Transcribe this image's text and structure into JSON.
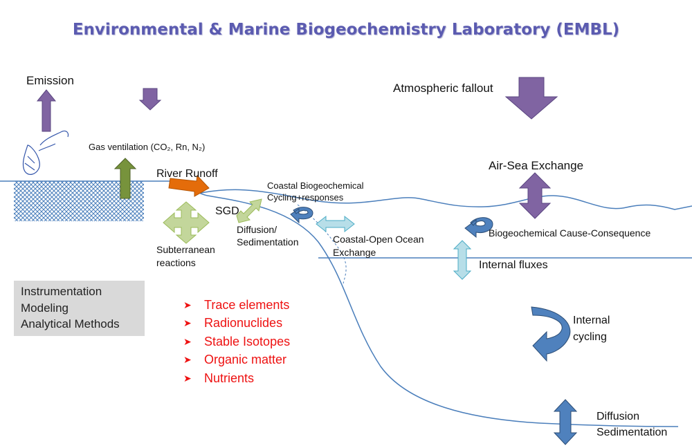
{
  "title": "Environmental & Marine Biogeochemistry Laboratory (EMBL)",
  "labels": {
    "emission": "Emission",
    "atmospheric_fallout": "Atmospheric fallout",
    "gas_ventilation": "Gas ventilation (CO₂, Rn, N₂)",
    "river_runoff": "River Runoff",
    "sgd": "SGD",
    "coastal_bgc_1": "Coastal Biogeochemical",
    "coastal_bgc_2": "Cycling+responses",
    "diffusion_1": "Diffusion/",
    "diffusion_2": "Sedimentation",
    "subterranean_1": "Subterranean",
    "subterranean_2": "reactions",
    "coastal_open_1": "Coastal-Open Ocean",
    "coastal_open_2": "Exchange",
    "air_sea": "Air-Sea Exchange",
    "bgc_cause": "Biogeochemical Cause-Consequence",
    "internal_fluxes": "Internal fluxes",
    "internal_cycling_1": "Internal",
    "internal_cycling_2": "cycling",
    "diffusion_bottom": "Diffusion",
    "sedimentation_bottom": "Sedimentation"
  },
  "methods": [
    "Instrumentation",
    "Modeling",
    "Analytical Methods"
  ],
  "topics": [
    "Trace elements",
    "Radionuclides",
    "Stable Isotopes",
    "Organic matter",
    "Nutrients"
  ],
  "colors": {
    "title": "#5b5bb0",
    "purple_arrow": "#8064a2",
    "green_arrow": "#77933c",
    "orange_arrow": "#e46c0a",
    "light_green": "#c3d69b",
    "light_blue": "#b7dee8",
    "dark_blue": "#4f81bd",
    "line_blue": "#4a7ebb",
    "topic_red": "#ee1111"
  },
  "icons": [
    "person-icon"
  ]
}
